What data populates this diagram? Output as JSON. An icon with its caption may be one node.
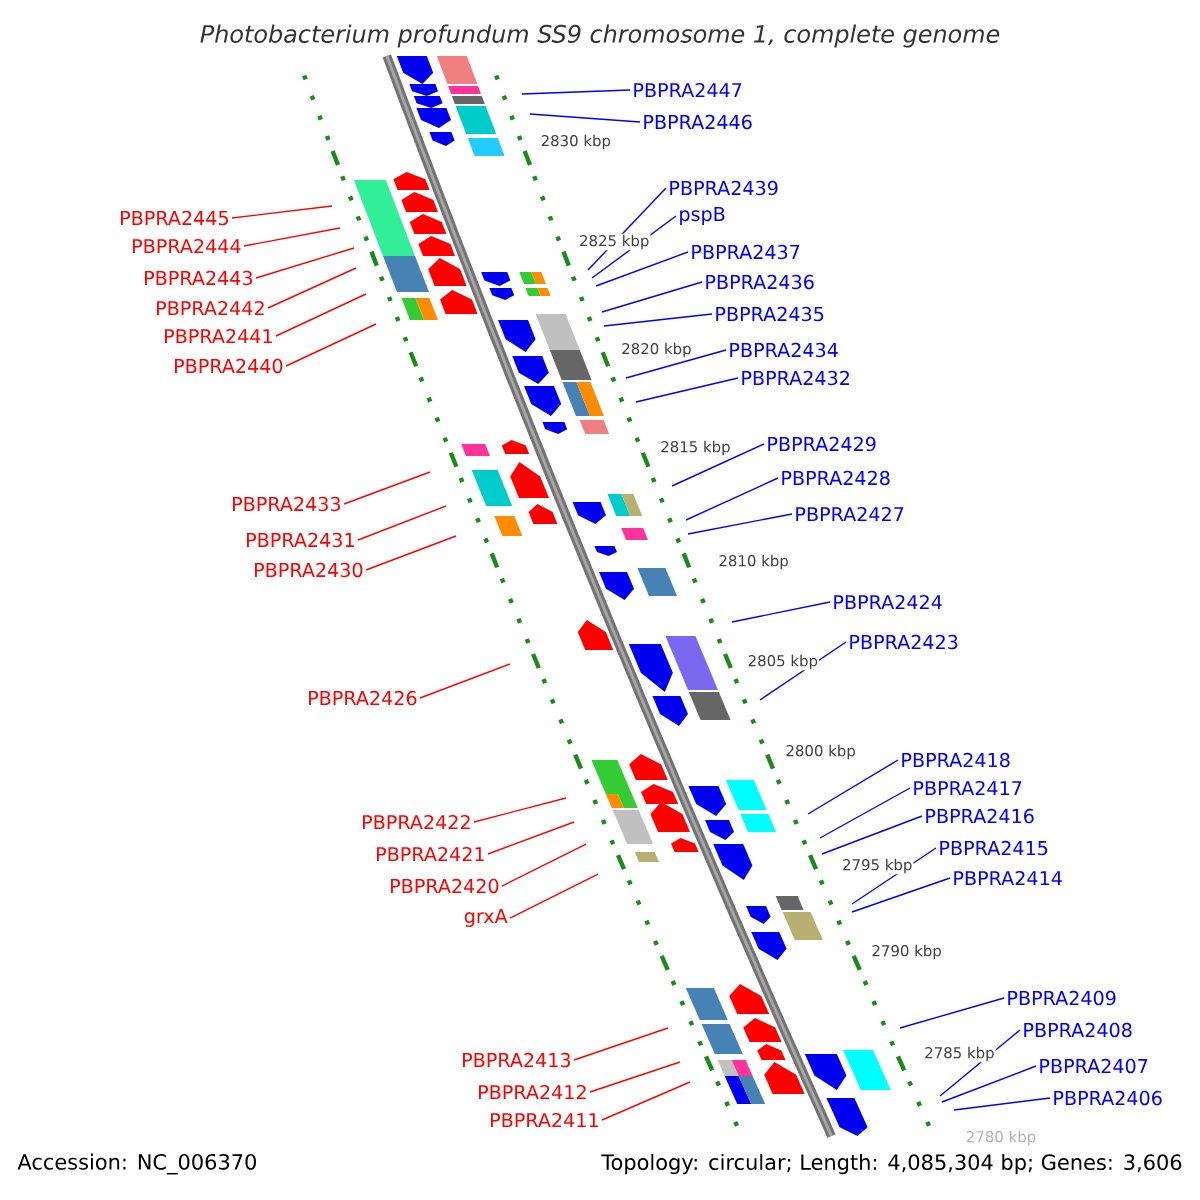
{
  "diagram": {
    "title": "Photobacterium profundum SS9 chromosome 1, complete genome",
    "nodes": [
      {
        "text": [
          "PBPRA2447"
        ]
      },
      {
        "text": [
          "PBPRA2446"
        ]
      },
      {
        "text": [
          "PBPRA2439"
        ]
      },
      {
        "text": [
          "PBPRA2445"
        ]
      },
      {
        "text": [
          "pspB"
        ]
      },
      {
        "text": [
          "PBPRA2444"
        ]
      },
      {
        "text": [
          "PBPRA2437"
        ]
      },
      {
        "text": [
          "PBPRA2443"
        ]
      },
      {
        "text": [
          "PBPRA2436"
        ]
      },
      {
        "text": [
          "PBPRA2442"
        ]
      },
      {
        "text": [
          "PBPRA2435"
        ]
      },
      {
        "text": [
          "PBPRA2441"
        ]
      },
      {
        "text": [
          "PBPRA2434"
        ]
      },
      {
        "text": [
          "PBPRA2440"
        ]
      },
      {
        "text": [
          "PBPRA2432"
        ]
      },
      {
        "text": [
          "PBPRA2429"
        ]
      },
      {
        "text": [
          "PBPRA2428"
        ]
      },
      {
        "text": [
          "PBPRA2433"
        ]
      },
      {
        "text": [
          "PBPRA2427"
        ]
      },
      {
        "text": [
          "PBPRA2431"
        ]
      },
      {
        "text": [
          "PBPRA2430"
        ]
      },
      {
        "text": [
          "PBPRA2424"
        ]
      },
      {
        "text": [
          "PBPRA2423"
        ]
      },
      {
        "text": [
          "PBPRA2426"
        ]
      },
      {
        "text": [
          "PBPRA2418"
        ]
      },
      {
        "text": [
          "PBPRA2417"
        ]
      },
      {
        "text": [
          "PBPRA2416"
        ]
      },
      {
        "text": [
          "PBPRA2422"
        ]
      },
      {
        "text": [
          "PBPRA2415"
        ]
      },
      {
        "text": [
          "PBPRA2421"
        ]
      },
      {
        "text": [
          "PBPRA2414"
        ]
      },
      {
        "text": [
          "PBPRA2420"
        ]
      },
      {
        "text": [
          "grxA"
        ]
      },
      {
        "text": [
          "PBPRA2409"
        ]
      },
      {
        "text": [
          "PBPRA2408"
        ]
      },
      {
        "text": [
          "PBPRA2413"
        ]
      },
      {
        "text": [
          "PBPRA2407"
        ]
      },
      {
        "text": [
          "PBPRA2412"
        ]
      },
      {
        "text": [
          "PBPRA2406"
        ]
      },
      {
        "text": [
          "PBPRA2411"
        ]
      }
    ],
    "edges": [
      {
        "from": 0,
        "to": null,
        "arrow": "none"
      },
      {
        "from": 1,
        "to": null,
        "arrow": "none"
      },
      {
        "from": 2,
        "to": null,
        "arrow": "none"
      },
      {
        "from": 3,
        "to": null,
        "arrow": "none",
        "color": "#ff0000"
      },
      {
        "from": 4,
        "to": null,
        "arrow": "none"
      },
      {
        "from": 5,
        "to": null,
        "arrow": "none",
        "color": "#ff0000"
      },
      {
        "from": 6,
        "to": null,
        "arrow": "none"
      },
      {
        "from": 7,
        "to": null,
        "arrow": "none",
        "color": "#ff0000"
      },
      {
        "from": 8,
        "to": null,
        "arrow": "none"
      },
      {
        "from": 9,
        "to": null,
        "arrow": "none",
        "color": "#ff0000"
      },
      {
        "from": 10,
        "to": null,
        "arrow": "none"
      },
      {
        "from": 11,
        "to": null,
        "arrow": "none",
        "color": "#ff0000"
      },
      {
        "from": 12,
        "to": null,
        "arrow": "none"
      },
      {
        "from": 13,
        "to": null,
        "arrow": "none",
        "color": "#ff0000"
      },
      {
        "from": 14,
        "to": null,
        "arrow": "none"
      },
      {
        "from": 15,
        "to": null,
        "arrow": "none"
      },
      {
        "from": 16,
        "to": null,
        "arrow": "none"
      },
      {
        "from": 17,
        "to": null,
        "arrow": "none",
        "color": "#ff0000"
      },
      {
        "from": 18,
        "to": null,
        "arrow": "none"
      },
      {
        "from": 19,
        "to": null,
        "arrow": "none",
        "color": "#ff0000"
      },
      {
        "from": 20,
        "to": null,
        "arrow": "none",
        "color": "#ff0000"
      },
      {
        "from": 21,
        "to": null,
        "arrow": "none"
      },
      {
        "from": 22,
        "to": null,
        "arrow": "none"
      },
      {
        "from": 23,
        "to": null,
        "arrow": "none",
        "color": "#ff0000"
      },
      {
        "from": 24,
        "to": null,
        "arrow": "none"
      },
      {
        "from": 25,
        "to": null,
        "arrow": "none"
      },
      {
        "from": 26,
        "to": null,
        "arrow": "none"
      },
      {
        "from": 27,
        "to": null,
        "arrow": "none",
        "color": "#ff0000"
      },
      {
        "from": 28,
        "to": null,
        "arrow": "none"
      },
      {
        "from": 29,
        "to": null,
        "arrow": "none",
        "color": "#ff0000"
      },
      {
        "from": 30,
        "to": null,
        "arrow": "none"
      },
      {
        "from": 31,
        "to": null,
        "arrow": "none",
        "color": "#ff0000"
      },
      {
        "from": 32,
        "to": null,
        "arrow": "none",
        "color": "#ff0000"
      },
      {
        "from": 33,
        "to": null,
        "arrow": "none"
      },
      {
        "from": 34,
        "to": null,
        "arrow": "none"
      },
      {
        "from": 35,
        "to": null,
        "arrow": "none",
        "color": "#ff0000"
      },
      {
        "from": 36,
        "to": null,
        "arrow": "none"
      },
      {
        "from": 37,
        "to": null,
        "arrow": "none",
        "color": "#ff0000"
      },
      {
        "from": 38,
        "to": null,
        "arrow": "none"
      },
      {
        "from": 39,
        "to": null,
        "arrow": "none",
        "color": "#ff0000"
      }
    ],
    "labels": [
      "2830 kbp",
      "2825 kbp",
      "2820 kbp",
      "2815 kbp",
      "2810 kbp",
      "2805 kbp",
      "2800 kbp",
      "2795 kbp",
      "2790 kbp",
      "2785 kbp",
      "2780 kbp",
      "Accession: NC_006370",
      "Topology: circular; Length: 4,085,304 bp; Genes: 3,606"
    ]
  }
}
